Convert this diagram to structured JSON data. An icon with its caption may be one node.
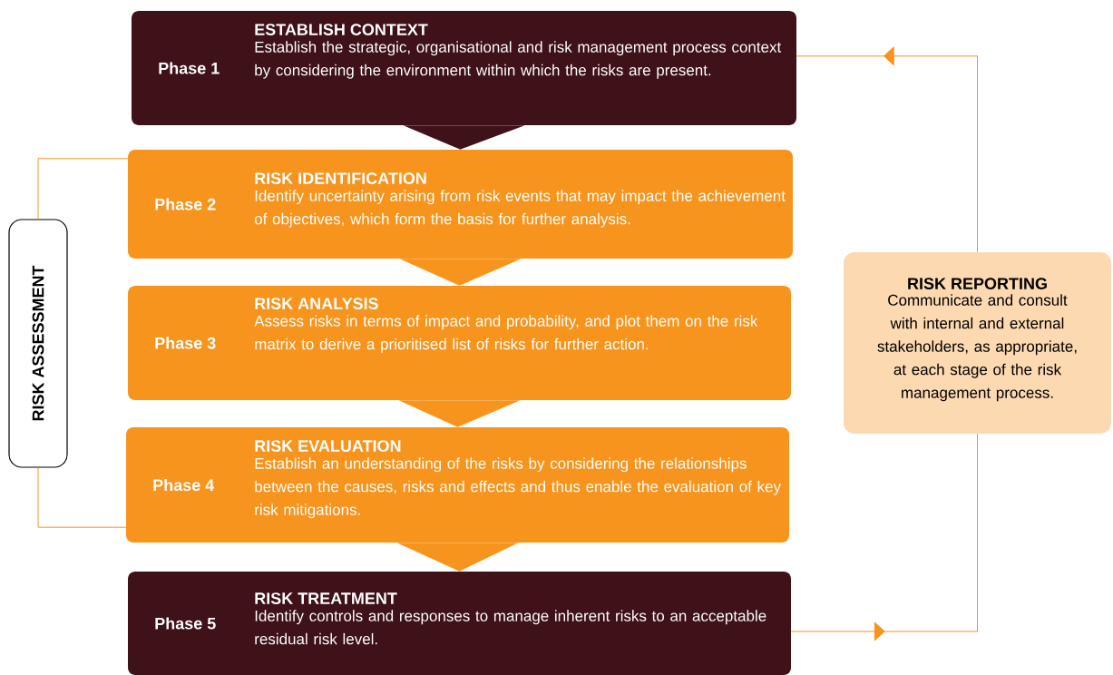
{
  "diagram": {
    "nodes": [
      {
        "text": [
          "Phase 1",
          "ESTABLISH CONTEXT",
          "Establish the strategic, organisational and risk management process context by considering the environment within which the risks are present."
        ]
      },
      {
        "text": [
          "Phase 2",
          "RISK IDENTIFICATION",
          "Identify uncertainty arising from risk events that may impact the achievement of objectives, which form the basis for further analysis."
        ]
      },
      {
        "text": [
          "Phase 3",
          "RISK ANALYSIS",
          "Assess risks in terms of impact and probability, and plot them on the risk matrix to derive a prioritised list of risks for further action."
        ]
      },
      {
        "text": [
          "Phase 4",
          "RISK EVALUATION",
          "Establish an understanding of the risks by considering the relationships between the causes, risks and effects and thus enable the evaluation of key risk mitigations."
        ]
      },
      {
        "text": [
          "Phase 5",
          "RISK TREATMENT",
          "Identify controls and responses to manage inherent risks to an acceptable residual risk level."
        ]
      },
      {
        "text": [
          "RISK ASSESSMENT"
        ]
      },
      {
        "text": [
          "RISK REPORTING",
          "Communicate and consult with internal and external stakeholders, as appropriate, at each stage of the risk management process."
        ]
      }
    ],
    "edges": [
      {
        "from": 0,
        "to": 1,
        "arrow": "to"
      },
      {
        "from": 1,
        "to": 2,
        "arrow": "to"
      },
      {
        "from": 2,
        "to": 3,
        "arrow": "to"
      },
      {
        "from": 3,
        "to": 4,
        "arrow": "to"
      },
      {
        "from": 5,
        "to": 1,
        "arrow": "none"
      },
      {
        "from": 5,
        "to": 3,
        "arrow": "none"
      },
      {
        "from": 4,
        "to": 6,
        "arrow": "to"
      },
      {
        "from": 6,
        "to": 0,
        "arrow": "to"
      }
    ]
  }
}
